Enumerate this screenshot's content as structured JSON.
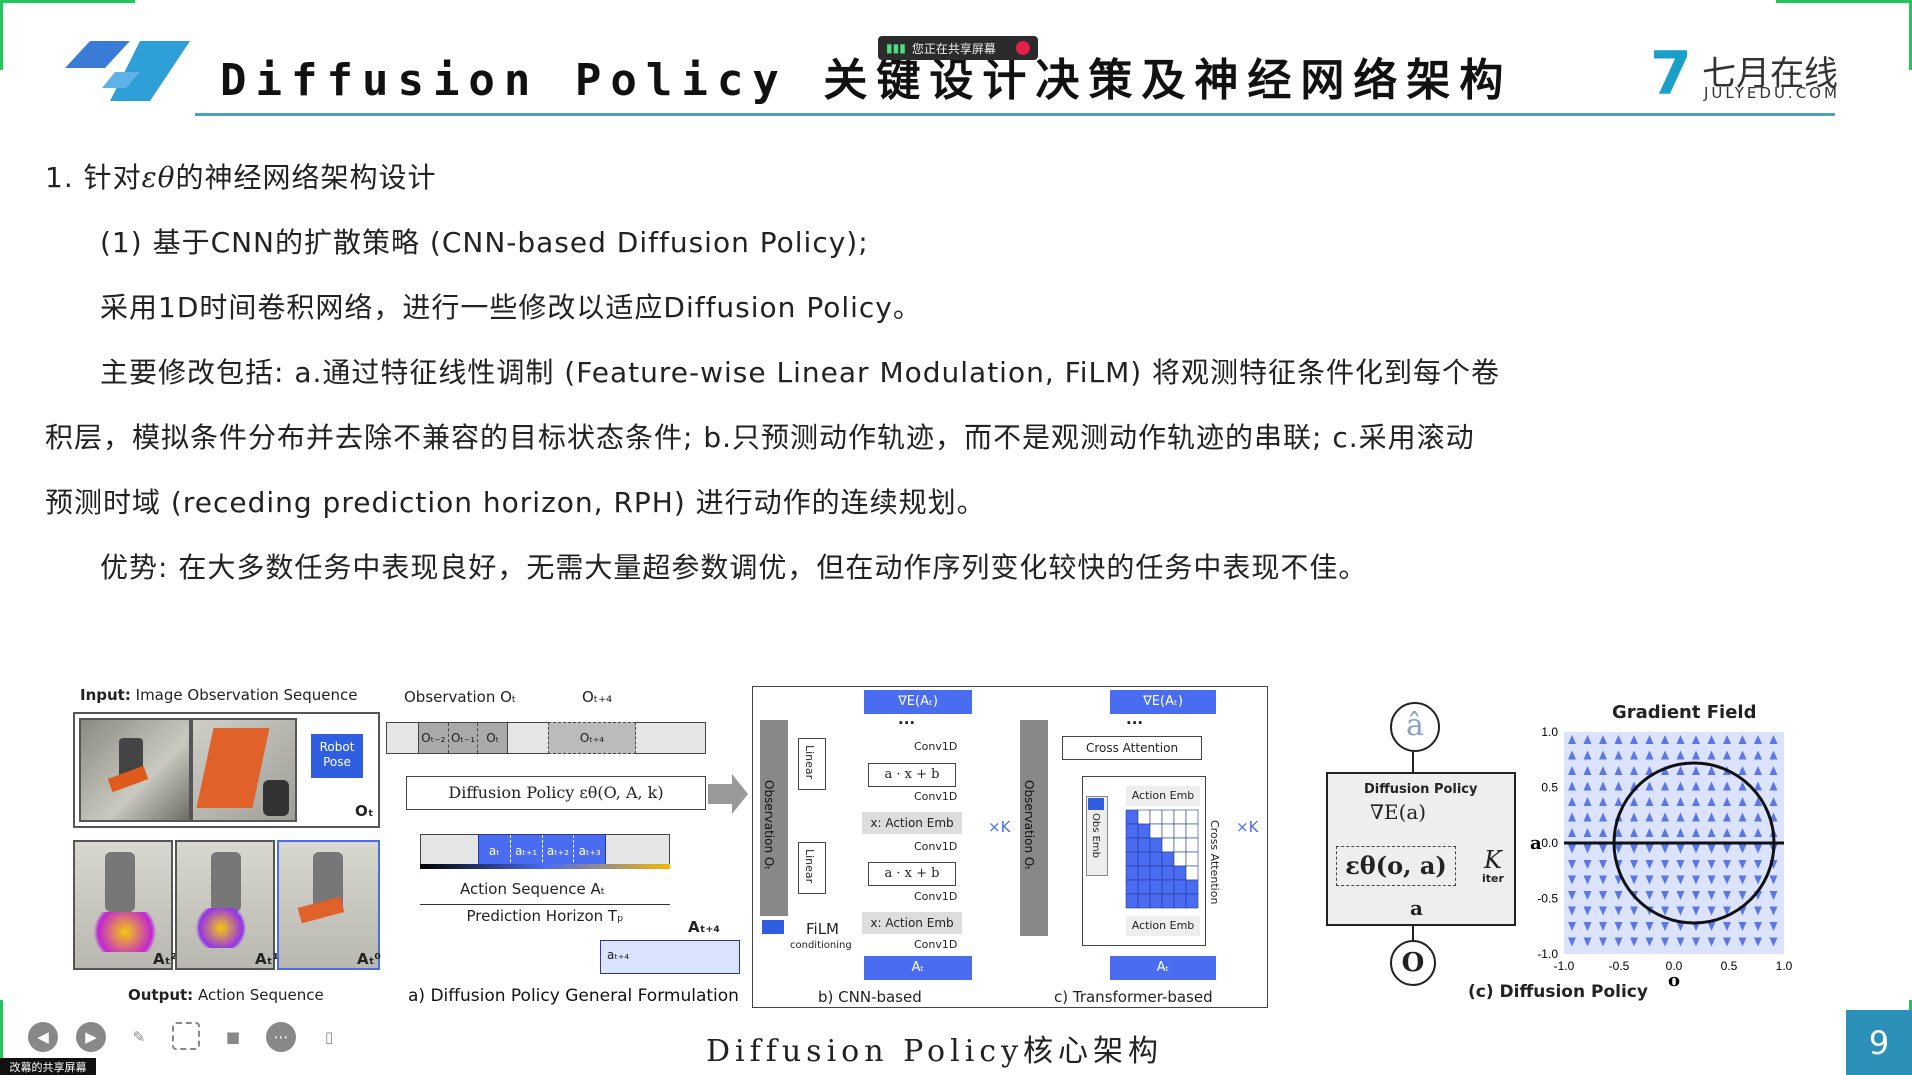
{
  "header": {
    "title": "Diffusion Policy 关键设计决策及神经网络架构",
    "share_indicator": "您正在共享屏幕",
    "brand_cn": "七月在线",
    "brand_en": "JULYEDU.COM"
  },
  "body": {
    "line1_prefix": "1. 针对",
    "line1_symbol": "εθ",
    "line1_suffix": "的神经网络架构设计",
    "line2": "(1) 基于CNN的扩散策略 (CNN-based Diffusion Policy);",
    "line3": "采用1D时间卷积网络，进行一些修改以适应Diffusion Policy。",
    "line4": "主要修改包括: a.通过特征线性调制 (Feature-wise Linear Modulation, FiLM) 将观测特征条件化到每个卷",
    "line5": "积层，模拟条件分布并去除不兼容的目标状态条件; b.只预测动作轨迹，而不是观测动作轨迹的串联; c.采用滚动",
    "line6": "预测时域 (receding prediction horizon, RPH) 进行动作的连续规划。",
    "line7": "优势: 在大多数任务中表现良好，无需大量超参数调优，但在动作序列变化较快的任务中表现不佳。"
  },
  "figure": {
    "input_label_bold": "Input:",
    "input_label": "Image Observation Sequence",
    "robot_pose": "Robot Pose",
    "obs_symbol": "Oₜ",
    "output_label_bold": "Output:",
    "output_label": "Action Sequence",
    "a_t2": "Aₜ²",
    "a_t1": "Aₜ¹",
    "a_t0": "Aₜ⁰",
    "observation_label": "Observation Oₜ",
    "o_t4": "Oₜ₊₄",
    "obs_cells": [
      "Oₜ₋₂",
      "Oₜ₋₁",
      "Oₜ",
      "Oₜ₊₄"
    ],
    "dp_label": "Diffusion Policy  εθ(O, A, k)",
    "action_cells": [
      "aₜ",
      "aₜ₊₁",
      "aₜ₊₂",
      "aₜ₊₃"
    ],
    "action_seq_label": "Action Sequence Aₜ",
    "pred_horizon": "Prediction Horizon Tₚ",
    "a_t4_label": "Aₜ₊₄",
    "a_t4_cell": "aₜ₊₄",
    "caption_a": "a) Diffusion Policy General Formulation",
    "grad_e": "∇E(Aₜ)",
    "ellipsis": "···",
    "conv1d": "Conv1D",
    "linear": "Linear",
    "affine": "a · x + b",
    "action_emb": "x: Action Emb",
    "film": "FiLM",
    "film_sub": "conditioning",
    "obs_ot": "Observation Oₜ",
    "a_t_bottom": "Aₜ",
    "xk": "×K",
    "caption_b": "b) CNN-based",
    "cross_attention": "Cross Attention",
    "action_emb2": "Action Emb",
    "obs_emb": "Obs Emb",
    "caption_c": "c) Transformer-based",
    "ahat": "â",
    "dp_box_title": "Diffusion Policy",
    "grad_e_a": "∇E(a)",
    "eps_oa": "εθ(o, a)",
    "k_iter": "K",
    "iter": "iter",
    "a_small": "a",
    "o_big": "O",
    "caption_dp": "(c) Diffusion Policy",
    "gradient_title": "Gradient Field",
    "y_axis": "a",
    "x_axis": "o",
    "yticks": [
      "1.0",
      "0.5",
      "0.0",
      "-0.5",
      "-1.0"
    ],
    "xticks": [
      "-1.0",
      "-0.5",
      "0.0",
      "0.5",
      "1.0"
    ]
  },
  "footer": {
    "caption": "Diffusion Policy核心架构",
    "page": "9",
    "screen_label": "改幕的共享屏幕"
  },
  "toolbar": {
    "icons": [
      "prev-icon",
      "next-icon",
      "pen-icon",
      "screenshot-icon",
      "camera-icon",
      "more-icon",
      "phone-icon"
    ]
  },
  "colors": {
    "accent": "#2b91b8",
    "blue_block": "#4a6cf0",
    "header_rule": "#4aa3b8"
  }
}
